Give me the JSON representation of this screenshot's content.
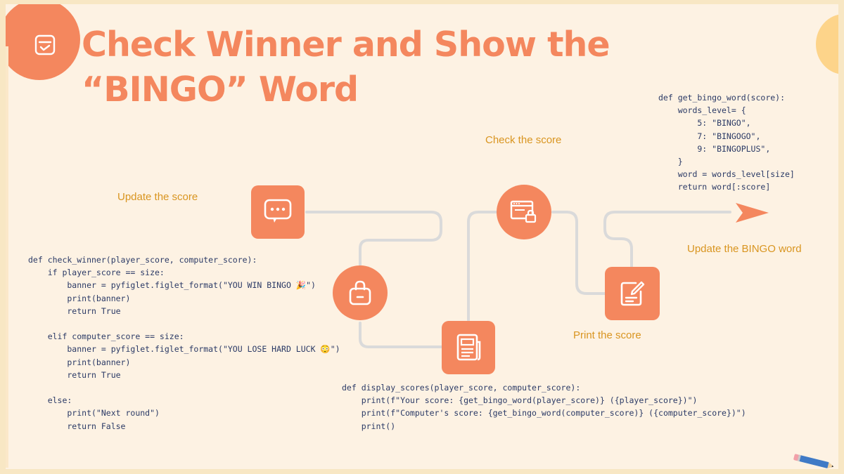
{
  "slide": {
    "title": "Check Winner and Show the “BINGO” Word",
    "title_icon": "checklist-icon"
  },
  "steps": [
    {
      "label": "Update the score",
      "icon": "chat-bubble-icon"
    },
    {
      "label": "Check the score",
      "icon": "browser-lock-icon"
    },
    {
      "label": "Update the BINGO word",
      "icon": "arrow-right-icon"
    },
    {
      "label": "Print the score",
      "icon": "edit-document-icon"
    }
  ],
  "extra_icons": [
    "shopping-bag-icon",
    "newspaper-icon"
  ],
  "code": {
    "check_winner": [
      "def check_winner(player_score, computer_score):",
      "    if player_score == size:",
      "        banner = pyfiglet.figlet_format(\"YOU WIN BINGO 🎉\")",
      "        print(banner)",
      "        return True",
      "",
      "    elif computer_score == size:",
      "        banner = pyfiglet.figlet_format(\"YOU LOSE HARD LUCK 😳\")",
      "        print(banner)",
      "        return True",
      "",
      "    else:",
      "        print(\"Next round\")",
      "        return False"
    ],
    "get_bingo_word": [
      "def get_bingo_word(score):",
      "    words_level= {",
      "        5: \"BINGO\",",
      "        7: \"BINGOGO\",",
      "        9: \"BINGOPLUS\",",
      "    }",
      "    word = words_level[size]",
      "    return word[:score]"
    ],
    "display_scores": [
      "def display_scores(player_score, computer_score):",
      "    print(f\"Your score: {get_bingo_word(player_score)} ({player_score})\")",
      "    print(f\"Computer's score: {get_bingo_word(computer_score)} ({computer_score})\")",
      "    print()"
    ]
  },
  "colors": {
    "accent": "#f4875e",
    "label": "#d99520",
    "connector": "#d9d9d9",
    "background": "#fdf2e3",
    "frame": "#f8e7c4"
  }
}
